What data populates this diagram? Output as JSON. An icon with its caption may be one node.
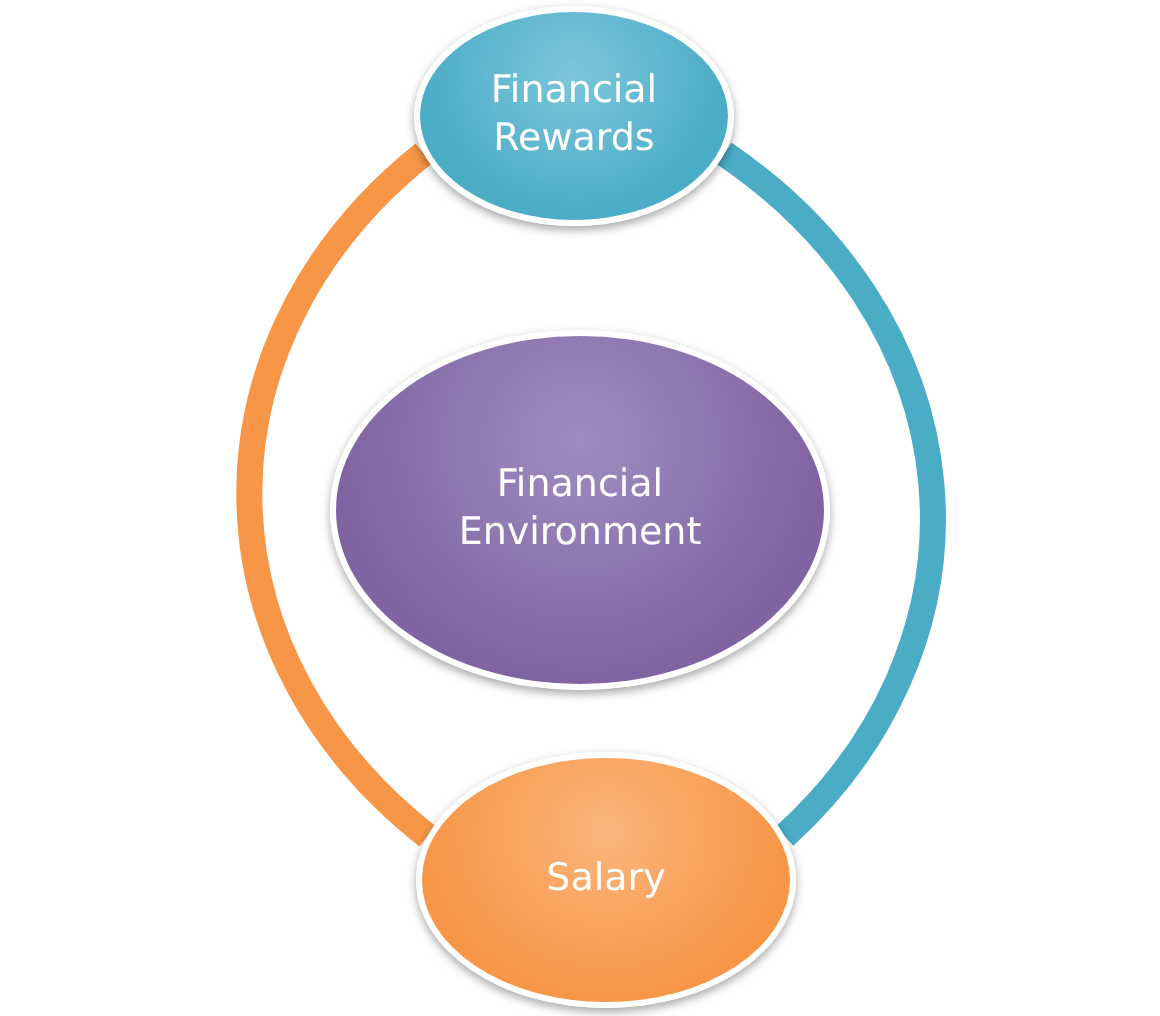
{
  "diagram": {
    "nodes": [
      {
        "text": [
          "Financial Rewards"
        ]
      },
      {
        "text": [
          "Financial Environment"
        ]
      },
      {
        "text": [
          "Salary"
        ]
      }
    ],
    "edges": [
      {
        "from": 0,
        "to": 2,
        "arrow": "none",
        "color": "#f79646"
      },
      {
        "from": 0,
        "to": 2,
        "arrow": "none",
        "color": "#4bacc6"
      }
    ]
  }
}
